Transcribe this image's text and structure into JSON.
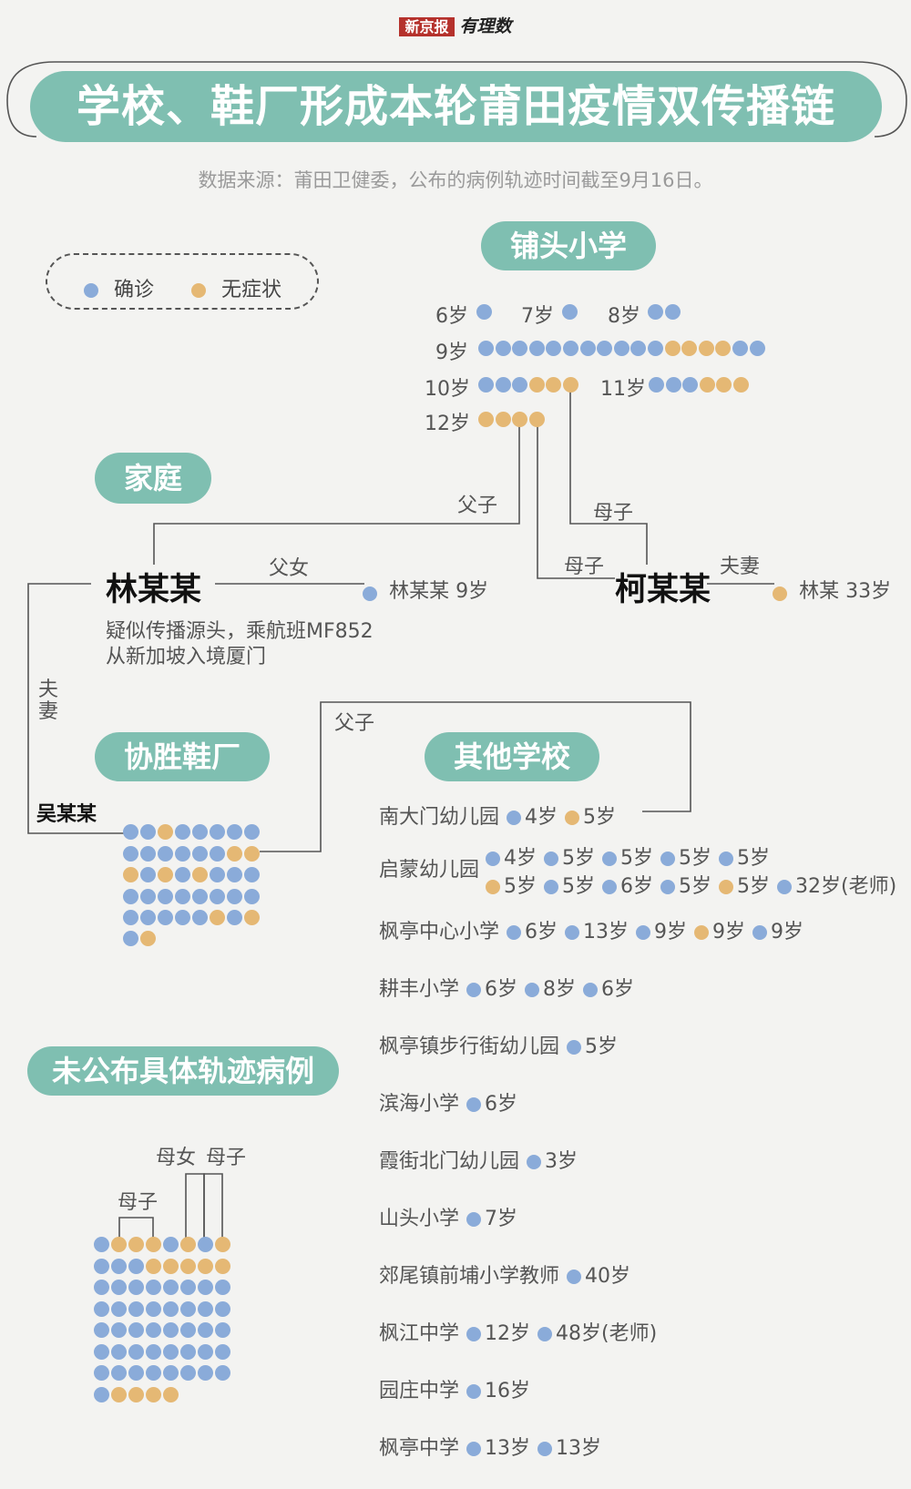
{
  "brand": {
    "paper": "新京报",
    "column": "有理数"
  },
  "title": "学校、鞋厂形成本轮莆田疫情双传播链",
  "source": "数据来源：莆田卫健委，公布的病例轨迹时间截至9月16日。",
  "legend": {
    "confirmed": "确诊",
    "asymptomatic": "无症状"
  },
  "colors": {
    "confirmed": "#8aabd9",
    "asymptomatic": "#e5b874",
    "accent": "#7fbfb1"
  },
  "putou": {
    "label": "铺头小学",
    "rows": [
      {
        "age": "6岁",
        "dots": [
          "c"
        ]
      },
      {
        "age": "7岁",
        "dots": [
          "c"
        ]
      },
      {
        "age": "8岁",
        "dots": [
          "c",
          "c"
        ]
      },
      {
        "age": "9岁",
        "dots": [
          "c",
          "c",
          "c",
          "c",
          "c",
          "c",
          "c",
          "c",
          "c",
          "c",
          "c",
          "a",
          "a",
          "a",
          "a",
          "c",
          "c"
        ]
      },
      {
        "age": "10岁",
        "dots": [
          "c",
          "c",
          "c",
          "a",
          "a",
          "a"
        ]
      },
      {
        "age": "11岁",
        "dots": [
          "c",
          "c",
          "c",
          "a",
          "a",
          "a"
        ]
      },
      {
        "age": "12岁",
        "dots": [
          "a",
          "a",
          "a",
          "a"
        ]
      }
    ]
  },
  "family": {
    "label": "家庭"
  },
  "people": {
    "lin": "林某某",
    "lin_note1": "疑似传播源头，乘航班MF852",
    "lin_note2": "从新加坡入境厦门",
    "lin_daughter": "林某某 9岁",
    "ke": "柯某某",
    "ke_spouse": "林某 33岁",
    "wu": "吴某某"
  },
  "relations": {
    "father_son": "父子",
    "father_son2": "父子",
    "mother_son": "母子",
    "mother_son2": "母子",
    "father_daughter": "父女",
    "spouse": "夫妻",
    "spouse_v": "夫妻"
  },
  "factory": {
    "label": "协胜鞋厂",
    "dots": [
      "c",
      "c",
      "a",
      "c",
      "c",
      "c",
      "c",
      "c",
      "c",
      "c",
      "c",
      "c",
      "c",
      "c",
      "a",
      "a",
      "a",
      "c",
      "a",
      "c",
      "a",
      "c",
      "c",
      "c",
      "c",
      "c",
      "c",
      "c",
      "c",
      "c",
      "c",
      "c",
      "c",
      "c",
      "c",
      "c",
      "c",
      "a",
      "c",
      "a"
    ]
  },
  "other": {
    "label": "其他学校",
    "schools": [
      {
        "name": "南大门幼儿园",
        "cases": [
          {
            "s": "c",
            "age": "4岁"
          },
          {
            "s": "a",
            "age": "5岁"
          }
        ]
      },
      {
        "name": "启蒙幼儿园",
        "line1": [
          {
            "s": "c",
            "age": "4岁"
          },
          {
            "s": "c",
            "age": "5岁"
          },
          {
            "s": "c",
            "age": "5岁"
          },
          {
            "s": "c",
            "age": "5岁"
          },
          {
            "s": "c",
            "age": "5岁"
          }
        ],
        "line2": [
          {
            "s": "a",
            "age": "5岁"
          },
          {
            "s": "c",
            "age": "5岁"
          },
          {
            "s": "c",
            "age": "6岁"
          },
          {
            "s": "c",
            "age": "5岁"
          },
          {
            "s": "a",
            "age": "5岁"
          },
          {
            "s": "c",
            "age": "32岁(老师)"
          }
        ]
      },
      {
        "name": "枫亭中心小学",
        "cases": [
          {
            "s": "c",
            "age": "6岁"
          },
          {
            "s": "c",
            "age": "13岁"
          },
          {
            "s": "c",
            "age": "9岁"
          },
          {
            "s": "a",
            "age": "9岁"
          },
          {
            "s": "c",
            "age": "9岁"
          }
        ]
      },
      {
        "name": "耕丰小学",
        "cases": [
          {
            "s": "c",
            "age": "6岁"
          },
          {
            "s": "c",
            "age": "8岁"
          },
          {
            "s": "c",
            "age": "6岁"
          }
        ]
      },
      {
        "name": "枫亭镇步行街幼儿园",
        "cases": [
          {
            "s": "c",
            "age": "5岁"
          }
        ]
      },
      {
        "name": "滨海小学",
        "cases": [
          {
            "s": "c",
            "age": "6岁"
          }
        ]
      },
      {
        "name": "霞街北门幼儿园",
        "cases": [
          {
            "s": "c",
            "age": "3岁"
          }
        ]
      },
      {
        "name": "山头小学",
        "cases": [
          {
            "s": "c",
            "age": "7岁"
          }
        ]
      },
      {
        "name": "郊尾镇前埔小学教师",
        "cases": [
          {
            "s": "c",
            "age": "40岁"
          }
        ]
      },
      {
        "name": "枫江中学",
        "cases": [
          {
            "s": "c",
            "age": "12岁"
          },
          {
            "s": "c",
            "age": "48岁(老师)"
          }
        ]
      },
      {
        "name": "园庄中学",
        "cases": [
          {
            "s": "c",
            "age": "16岁"
          }
        ]
      },
      {
        "name": "枫亭中学",
        "cases": [
          {
            "s": "c",
            "age": "13岁"
          },
          {
            "s": "c",
            "age": "13岁"
          }
        ]
      }
    ]
  },
  "unpublished": {
    "label": "未公布具体轨迹病例",
    "rel_mother_daughter": "母女",
    "rel_mother_son": "母子",
    "rel_mother_son2": "母子",
    "dots": [
      "c",
      "a",
      "a",
      "a",
      "c",
      "a",
      "c",
      "a",
      "c",
      "c",
      "c",
      "a",
      "a",
      "a",
      "a",
      "a",
      "c",
      "c",
      "c",
      "c",
      "c",
      "c",
      "c",
      "c",
      "c",
      "c",
      "c",
      "c",
      "c",
      "c",
      "c",
      "c",
      "c",
      "c",
      "c",
      "c",
      "c",
      "c",
      "c",
      "c",
      "c",
      "c",
      "c",
      "c",
      "c",
      "c",
      "c",
      "c",
      "c",
      "c",
      "c",
      "c",
      "c",
      "c",
      "c",
      "c",
      "c",
      "a",
      "a",
      "a",
      "a"
    ]
  }
}
